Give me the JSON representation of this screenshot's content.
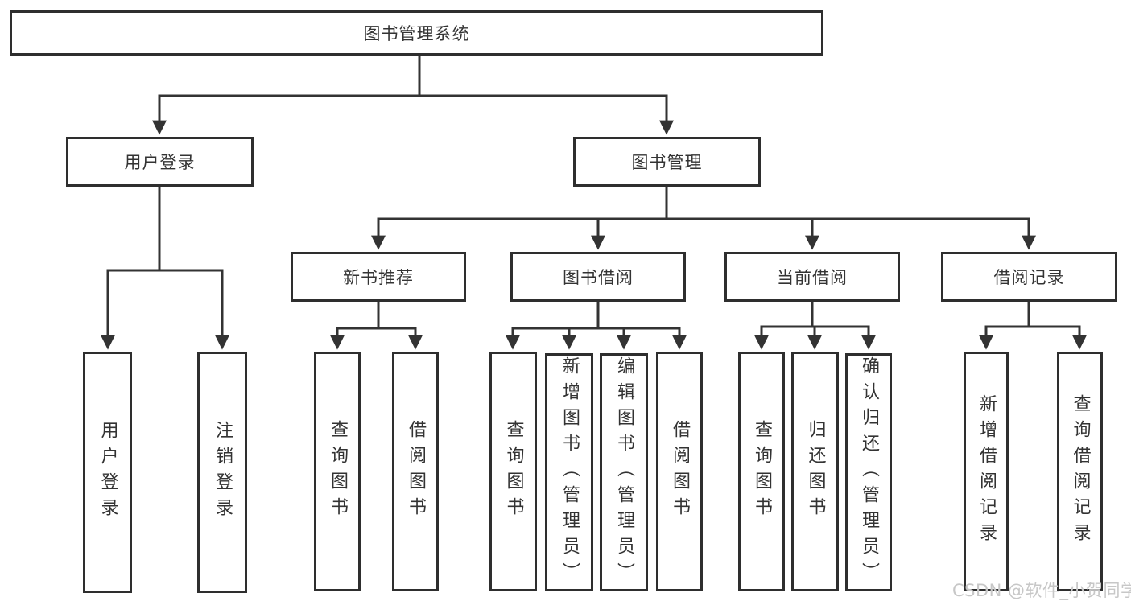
{
  "diagram": {
    "root": {
      "label": "图书管理系统"
    },
    "level2": [
      {
        "label": "用户登录"
      },
      {
        "label": "图书管理"
      }
    ],
    "level3": [
      {
        "label": "新书推荐"
      },
      {
        "label": "图书借阅"
      },
      {
        "label": "当前借阅"
      },
      {
        "label": "借阅记录"
      }
    ],
    "leaves": {
      "user_login": [
        "用户登录",
        "注销登录"
      ],
      "new_book": [
        "查询图书",
        "借阅图书"
      ],
      "book_borrow": [
        "查询图书",
        "新增图书（管理员）",
        "编辑图书（管理员）",
        "借阅图书"
      ],
      "current_borrow": [
        "查询图书",
        "归还图书",
        "确认归还（管理员）"
      ],
      "borrow_record": [
        "新增借阅记录",
        "查询借阅记录"
      ]
    }
  },
  "watermark": "CSDN @软件_小贺同学",
  "colors": {
    "line": "#333333",
    "box_border": "#2e2e2e",
    "text": "#333333",
    "background": "#ffffff",
    "watermark": "#c7c7c7"
  }
}
